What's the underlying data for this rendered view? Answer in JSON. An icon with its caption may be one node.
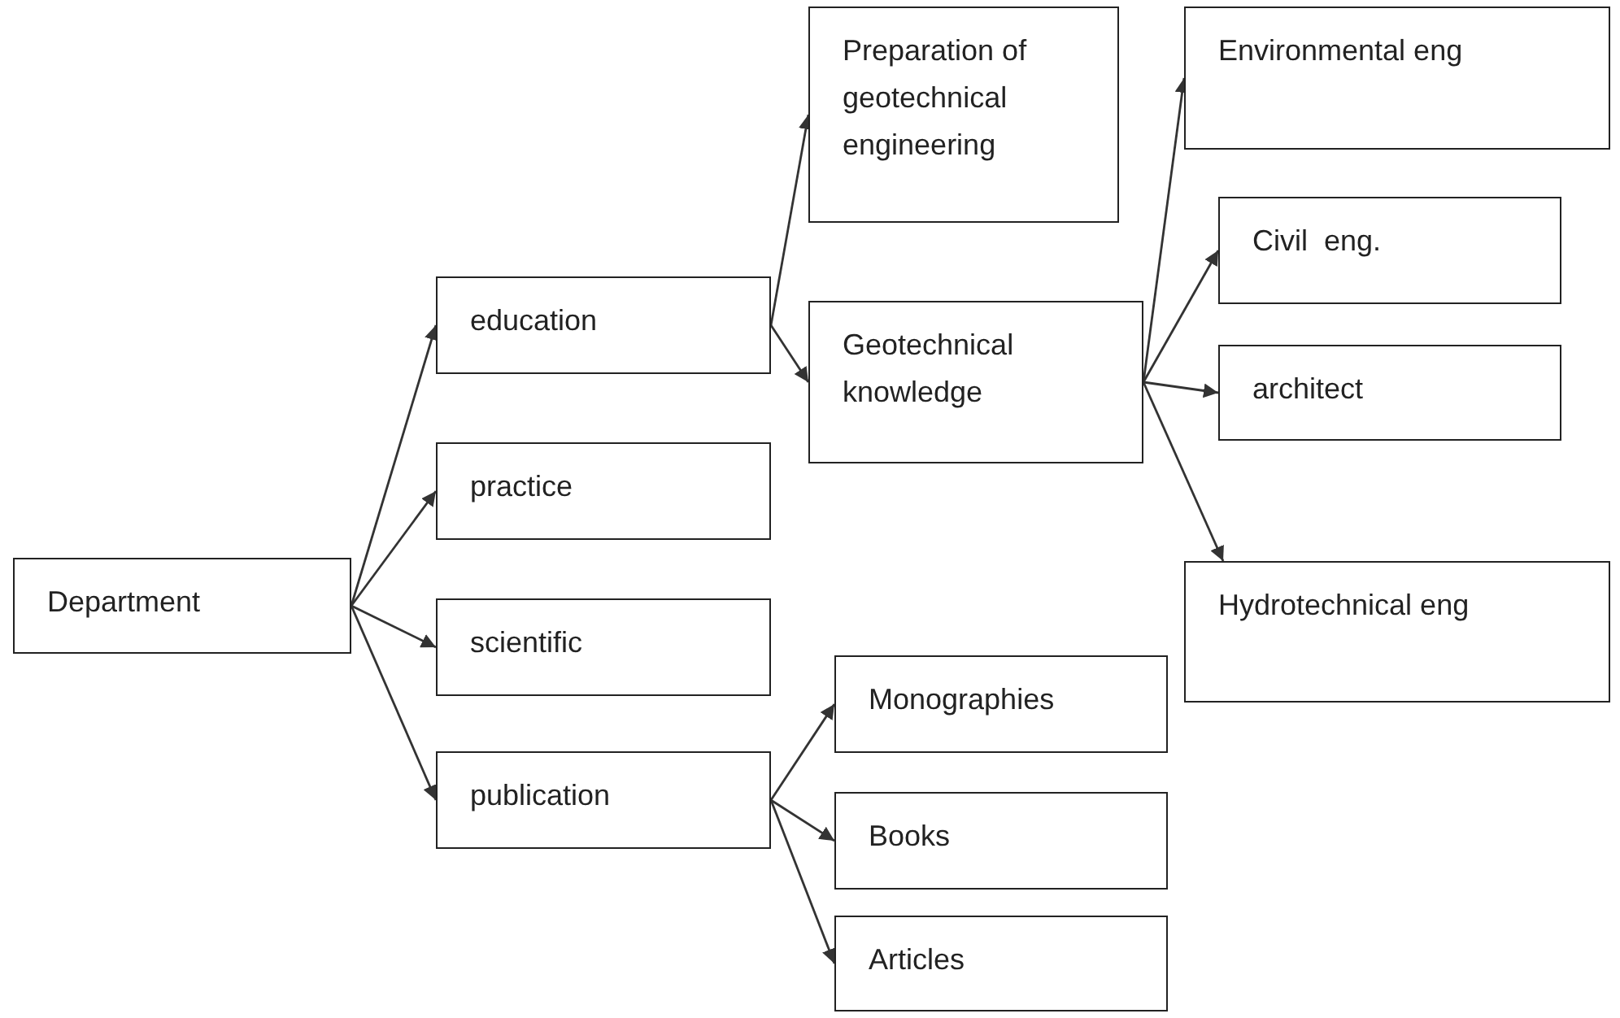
{
  "diagram": {
    "nodes": [
      {
        "text": [
          "Department"
        ]
      },
      {
        "text": [
          "education"
        ]
      },
      {
        "text": [
          "practice"
        ]
      },
      {
        "text": [
          "scientific"
        ]
      },
      {
        "text": [
          "publication"
        ]
      },
      {
        "text": [
          "Preparation of geotechnical engineering"
        ]
      },
      {
        "text": [
          "Geotechnical knowledge"
        ]
      },
      {
        "text": [
          "Environmental eng"
        ]
      },
      {
        "text": [
          "Civil  eng."
        ]
      },
      {
        "text": [
          "architect"
        ]
      },
      {
        "text": [
          "Hydrotechnical eng"
        ]
      },
      {
        "text": [
          "Monographies"
        ]
      },
      {
        "text": [
          "Books"
        ]
      },
      {
        "text": [
          "Articles"
        ]
      }
    ],
    "edges": [
      {
        "from": 0,
        "to": 1,
        "arrow": "to"
      },
      {
        "from": 0,
        "to": 2,
        "arrow": "to"
      },
      {
        "from": 0,
        "to": 3,
        "arrow": "to"
      },
      {
        "from": 0,
        "to": 4,
        "arrow": "to"
      },
      {
        "from": 1,
        "to": 5,
        "arrow": "to"
      },
      {
        "from": 1,
        "to": 6,
        "arrow": "to"
      },
      {
        "from": 6,
        "to": 7,
        "arrow": "to"
      },
      {
        "from": 6,
        "to": 8,
        "arrow": "to"
      },
      {
        "from": 6,
        "to": 9,
        "arrow": "to"
      },
      {
        "from": 6,
        "to": 10,
        "arrow": "to"
      },
      {
        "from": 4,
        "to": 11,
        "arrow": "to"
      },
      {
        "from": 4,
        "to": 12,
        "arrow": "to"
      },
      {
        "from": 4,
        "to": 13,
        "arrow": "to"
      }
    ]
  }
}
